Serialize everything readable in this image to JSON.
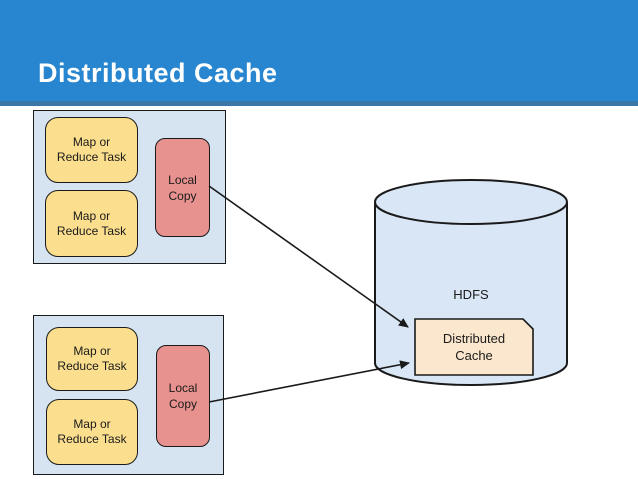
{
  "header": {
    "title": "Distributed Cache"
  },
  "colors": {
    "header_bar": "#2786CF",
    "header_underline": "#3A76A8",
    "node_container_fill": "#D6E4F2",
    "task_fill": "#FBDF8F",
    "local_copy_fill": "#E7928F",
    "cylinder_fill": "#D9E6F5",
    "cache_fill": "#FBE7CD",
    "outline": "#1A1A1A"
  },
  "diagram": {
    "groups": [
      {
        "tasks": [
          {
            "line1": "Map or",
            "line2": "Reduce Task"
          },
          {
            "line1": "Map or",
            "line2": "Reduce Task"
          }
        ],
        "local_copy": {
          "line1": "Local",
          "line2": "Copy"
        }
      },
      {
        "tasks": [
          {
            "line1": "Map or",
            "line2": "Reduce Task"
          },
          {
            "line1": "Map or",
            "line2": "Reduce Task"
          }
        ],
        "local_copy": {
          "line1": "Local",
          "line2": "Copy"
        }
      }
    ],
    "hdfs_label": "HDFS",
    "cache": {
      "line1": "Distributed",
      "line2": "Cache"
    }
  }
}
